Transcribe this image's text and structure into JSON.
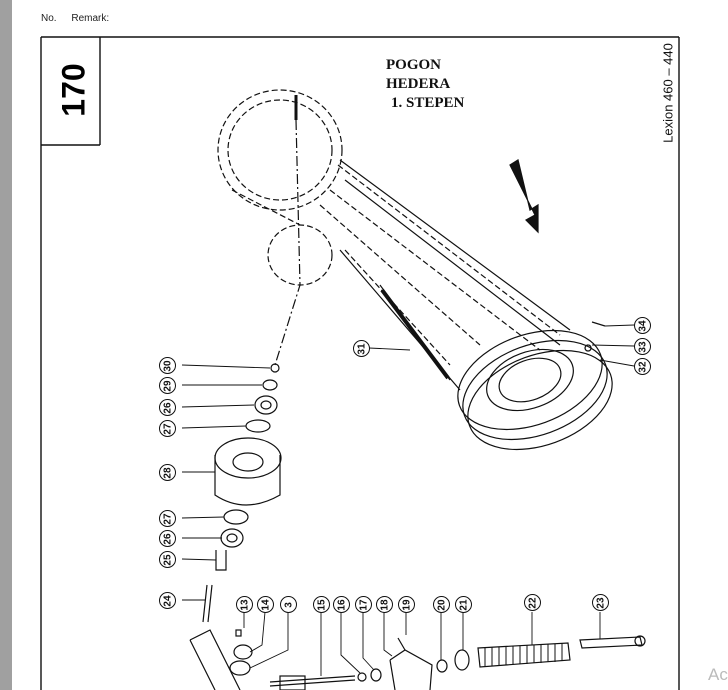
{
  "header": {
    "no_label": "No.",
    "remark_label": "Remark:"
  },
  "page": {
    "number": "170",
    "model": "Lexion 460 – 440"
  },
  "title": {
    "line1": "POGON",
    "line2": "HEDERA",
    "line3": "1. STEPEN"
  },
  "callouts": [
    "30",
    "29",
    "26",
    "27",
    "28",
    "27",
    "26",
    "25",
    "24",
    "13",
    "14",
    "3",
    "15",
    "16",
    "17",
    "18",
    "19",
    "20",
    "21",
    "22",
    "23",
    "31",
    "34",
    "33",
    "32"
  ],
  "watermark": "Ac"
}
